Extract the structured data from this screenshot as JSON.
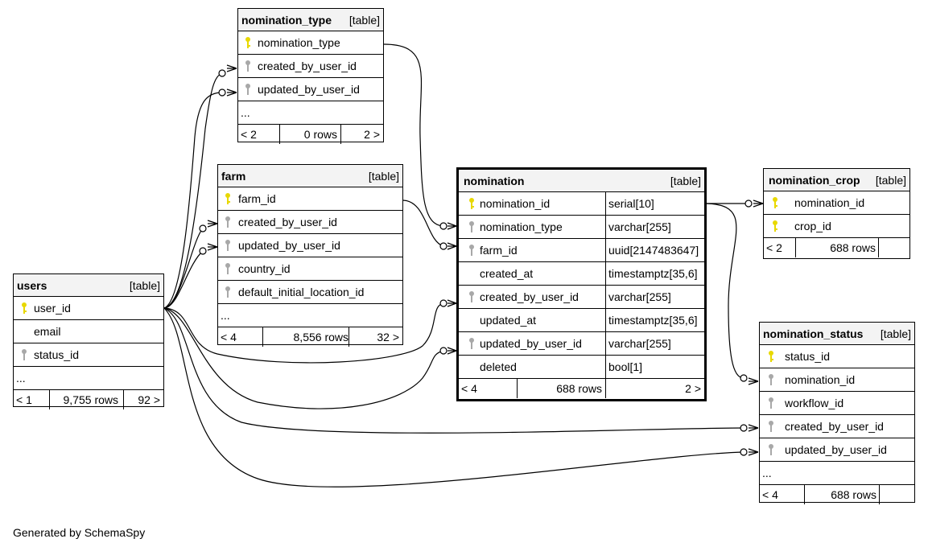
{
  "tables": {
    "nomination_type": {
      "name": "nomination_type",
      "tag": "[table]",
      "columns": [
        {
          "name": "nomination_type",
          "key": "primary"
        },
        {
          "name": "created_by_user_id",
          "key": "foreign"
        },
        {
          "name": "updated_by_user_id",
          "key": "foreign"
        },
        {
          "name": "...",
          "key": "none"
        }
      ],
      "footer": {
        "parents": "< 2",
        "rows": "0 rows",
        "children": "2 >"
      }
    },
    "farm": {
      "name": "farm",
      "tag": "[table]",
      "columns": [
        {
          "name": "farm_id",
          "key": "primary"
        },
        {
          "name": "created_by_user_id",
          "key": "foreign"
        },
        {
          "name": "updated_by_user_id",
          "key": "foreign"
        },
        {
          "name": "country_id",
          "key": "foreign"
        },
        {
          "name": "default_initial_location_id",
          "key": "foreign"
        },
        {
          "name": "...",
          "key": "none"
        }
      ],
      "footer": {
        "parents": "< 4",
        "rows": "8,556 rows",
        "children": "32 >"
      }
    },
    "users": {
      "name": "users",
      "tag": "[table]",
      "columns": [
        {
          "name": "user_id",
          "key": "primary"
        },
        {
          "name": "email",
          "key": "none"
        },
        {
          "name": "status_id",
          "key": "foreign"
        },
        {
          "name": "...",
          "key": "none"
        }
      ],
      "footer": {
        "parents": "< 1",
        "rows": "9,755 rows",
        "children": "92 >"
      }
    },
    "nomination": {
      "name": "nomination",
      "tag": "[table]",
      "columns": [
        {
          "name": "nomination_id",
          "type": "serial[10]",
          "key": "primary"
        },
        {
          "name": "nomination_type",
          "type": "varchar[255]",
          "key": "foreign"
        },
        {
          "name": "farm_id",
          "type": "uuid[2147483647]",
          "key": "foreign"
        },
        {
          "name": "created_at",
          "type": "timestamptz[35,6]",
          "key": "none"
        },
        {
          "name": "created_by_user_id",
          "type": "varchar[255]",
          "key": "foreign"
        },
        {
          "name": "updated_at",
          "type": "timestamptz[35,6]",
          "key": "none"
        },
        {
          "name": "updated_by_user_id",
          "type": "varchar[255]",
          "key": "foreign"
        },
        {
          "name": "deleted",
          "type": "bool[1]",
          "key": "none"
        }
      ],
      "footer": {
        "parents": "< 4",
        "rows": "688 rows",
        "children": "2 >"
      }
    },
    "nomination_crop": {
      "name": "nomination_crop",
      "tag": "[table]",
      "columns": [
        {
          "name": "nomination_id",
          "key": "primary"
        },
        {
          "name": "crop_id",
          "key": "primary"
        }
      ],
      "footer": {
        "parents": "< 2",
        "rows": "688 rows",
        "children": ""
      }
    },
    "nomination_status": {
      "name": "nomination_status",
      "tag": "[table]",
      "columns": [
        {
          "name": "status_id",
          "key": "primary"
        },
        {
          "name": "nomination_id",
          "key": "foreign"
        },
        {
          "name": "workflow_id",
          "key": "foreign"
        },
        {
          "name": "created_by_user_id",
          "key": "foreign"
        },
        {
          "name": "updated_by_user_id",
          "key": "foreign"
        },
        {
          "name": "...",
          "key": "none"
        }
      ],
      "footer": {
        "parents": "< 4",
        "rows": "688 rows",
        "children": ""
      }
    }
  },
  "colors": {
    "primary_key": "#e8d800",
    "foreign_key": "#a8a8a8",
    "header_bg": "#f3f3f3",
    "line": "#000000"
  },
  "footer_note": "Generated by SchemaSpy"
}
